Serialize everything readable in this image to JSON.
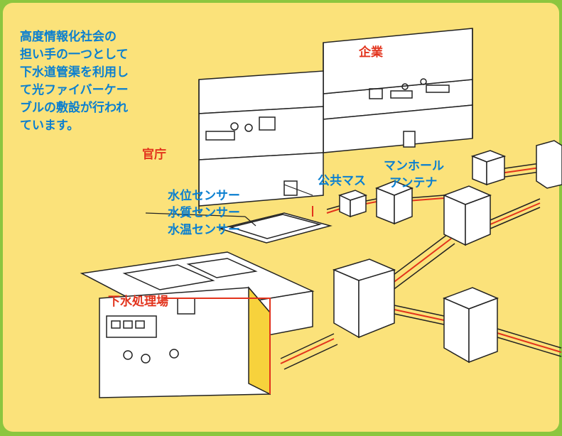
{
  "colors": {
    "background": "#fbe27a",
    "frame": "#8cc63f",
    "accent_blue": "#0a7fd0",
    "accent_red": "#e2331c",
    "cable": "#e2331c",
    "line": "#222222",
    "fill": "#ffffff"
  },
  "intro": {
    "lines": [
      "高度情報化社会の",
      "担い手の一つとして",
      "下水道管渠を利用し",
      "て光ファイバーケー",
      "ブルの敷設が行われ",
      "ています。"
    ]
  },
  "labels": {
    "company": "企業",
    "government": "官庁",
    "manhole": "マンホール",
    "antenna": "アンテナ",
    "public_basin": "公共マス",
    "level_sensor": "水位センサー",
    "quality_sensor": "水質センサー",
    "temperature_sensor": "水温センサー",
    "treatment_plant": "下水処理場"
  }
}
